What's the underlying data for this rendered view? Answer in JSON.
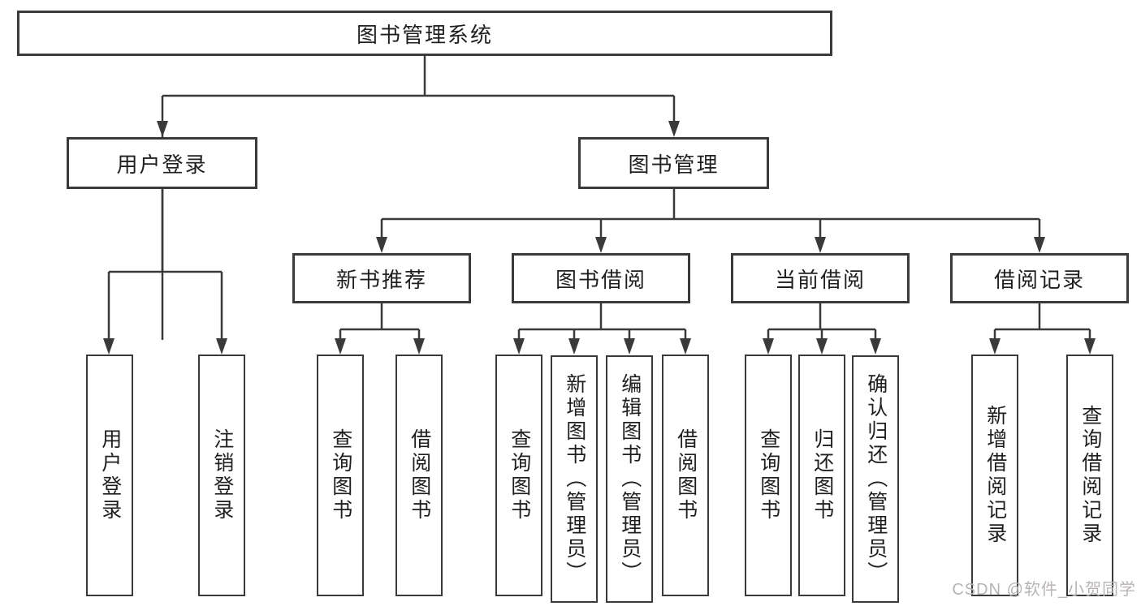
{
  "tree": {
    "label": "图书管理系统",
    "children": [
      {
        "label": "用户登录",
        "children": [
          {
            "label": "用户登录"
          },
          {
            "label": "注销登录"
          }
        ]
      },
      {
        "label": "图书管理",
        "children": [
          {
            "label": "新书推荐",
            "children": [
              {
                "label": "查询图书"
              },
              {
                "label": "借阅图书"
              }
            ]
          },
          {
            "label": "图书借阅",
            "children": [
              {
                "label": "查询图书"
              },
              {
                "label": "新增图书（管理员）"
              },
              {
                "label": "编辑图书（管理员）"
              },
              {
                "label": "借阅图书"
              }
            ]
          },
          {
            "label": "当前借阅",
            "children": [
              {
                "label": "查询图书"
              },
              {
                "label": "归还图书"
              },
              {
                "label": "确认归还（管理员）"
              }
            ]
          },
          {
            "label": "借阅记录",
            "children": [
              {
                "label": "新增借阅记录"
              },
              {
                "label": "查询借阅记录"
              }
            ]
          }
        ]
      }
    ]
  },
  "watermark": {
    "text": "CSDN @软件_小贺同学"
  },
  "colors": {
    "line": "#3a3a3a",
    "box_border": "#3a3a3a",
    "text": "#1f1f1f",
    "watermark": "#b8b4b4",
    "background": "#ffffff"
  }
}
